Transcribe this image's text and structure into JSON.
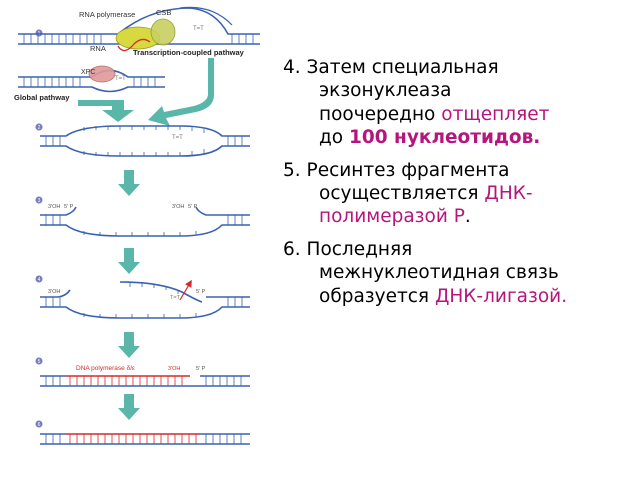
{
  "figure": {
    "step_numbers": [
      "1",
      "2",
      "3",
      "4",
      "5",
      "6"
    ],
    "labels": {
      "rna_polymerase": "RNA polymerase",
      "csb": "CSB",
      "rna": "RNA",
      "transcription_coupled_pathway": "Transcription-coupled pathway",
      "xpc": "XPC",
      "global_pathway": "Global pathway",
      "tt": "T=T",
      "three_oh": "3'OH",
      "five_p": "5' P",
      "dna_polymerase": "DNA polymerase δ/ε"
    },
    "colors": {
      "dna_strand": "#3a62b0",
      "arrow": "#5ab6a8",
      "new_strand": "#d42a2a",
      "step_circle": "#7a7ac0",
      "rna_polymerase": "#d8d840",
      "csb": "#c8d060",
      "xpc": "#e09a9a"
    }
  },
  "text": {
    "item4": {
      "lead": "4. Затем специальная",
      "l2": "экзонуклеаза",
      "l3a": "поочередно ",
      "l3b": "отщепляет",
      "l4a": "до ",
      "l4b": "100 нуклеотидов."
    },
    "item5": {
      "lead": "5. Ресинтез фрагмента",
      "l2a": "осуществляется ",
      "l2b": "ДНК-",
      "l3a": "полимеразой Р",
      "l3b": "."
    },
    "item6": {
      "lead": "6. Последняя",
      "l2": "межнуклеотидная связь",
      "l3a": "образуется ",
      "l3b": "ДНК-лигазой."
    }
  }
}
